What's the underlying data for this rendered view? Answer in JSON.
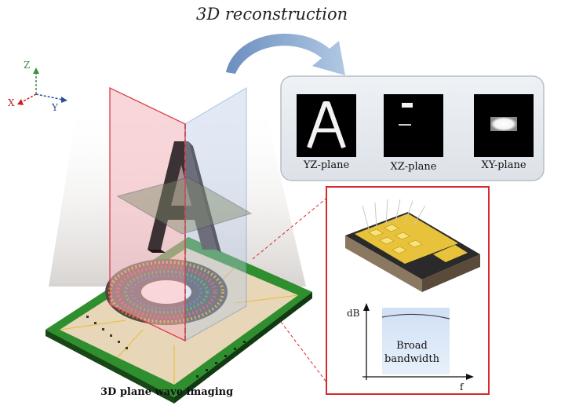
{
  "title": "3D reconstruction",
  "caption": "3D plane wave imaging",
  "axes": {
    "z": "Z",
    "x": "X",
    "y": "Y"
  },
  "planes": [
    {
      "label": "YZ-plane"
    },
    {
      "label": "XZ-plane"
    },
    {
      "label": "XY-plane"
    }
  ],
  "inset": {
    "y_label": "dB",
    "x_label": "f",
    "band_line1": "Broad",
    "band_line2": "bandwidth"
  },
  "colors": {
    "arrow": "#7a9cc8",
    "chip_green": "#2f8f2f",
    "red_plane": "#e04a5a",
    "blue_plane": "#4a7fc0",
    "inset_border": "#d6282d"
  }
}
